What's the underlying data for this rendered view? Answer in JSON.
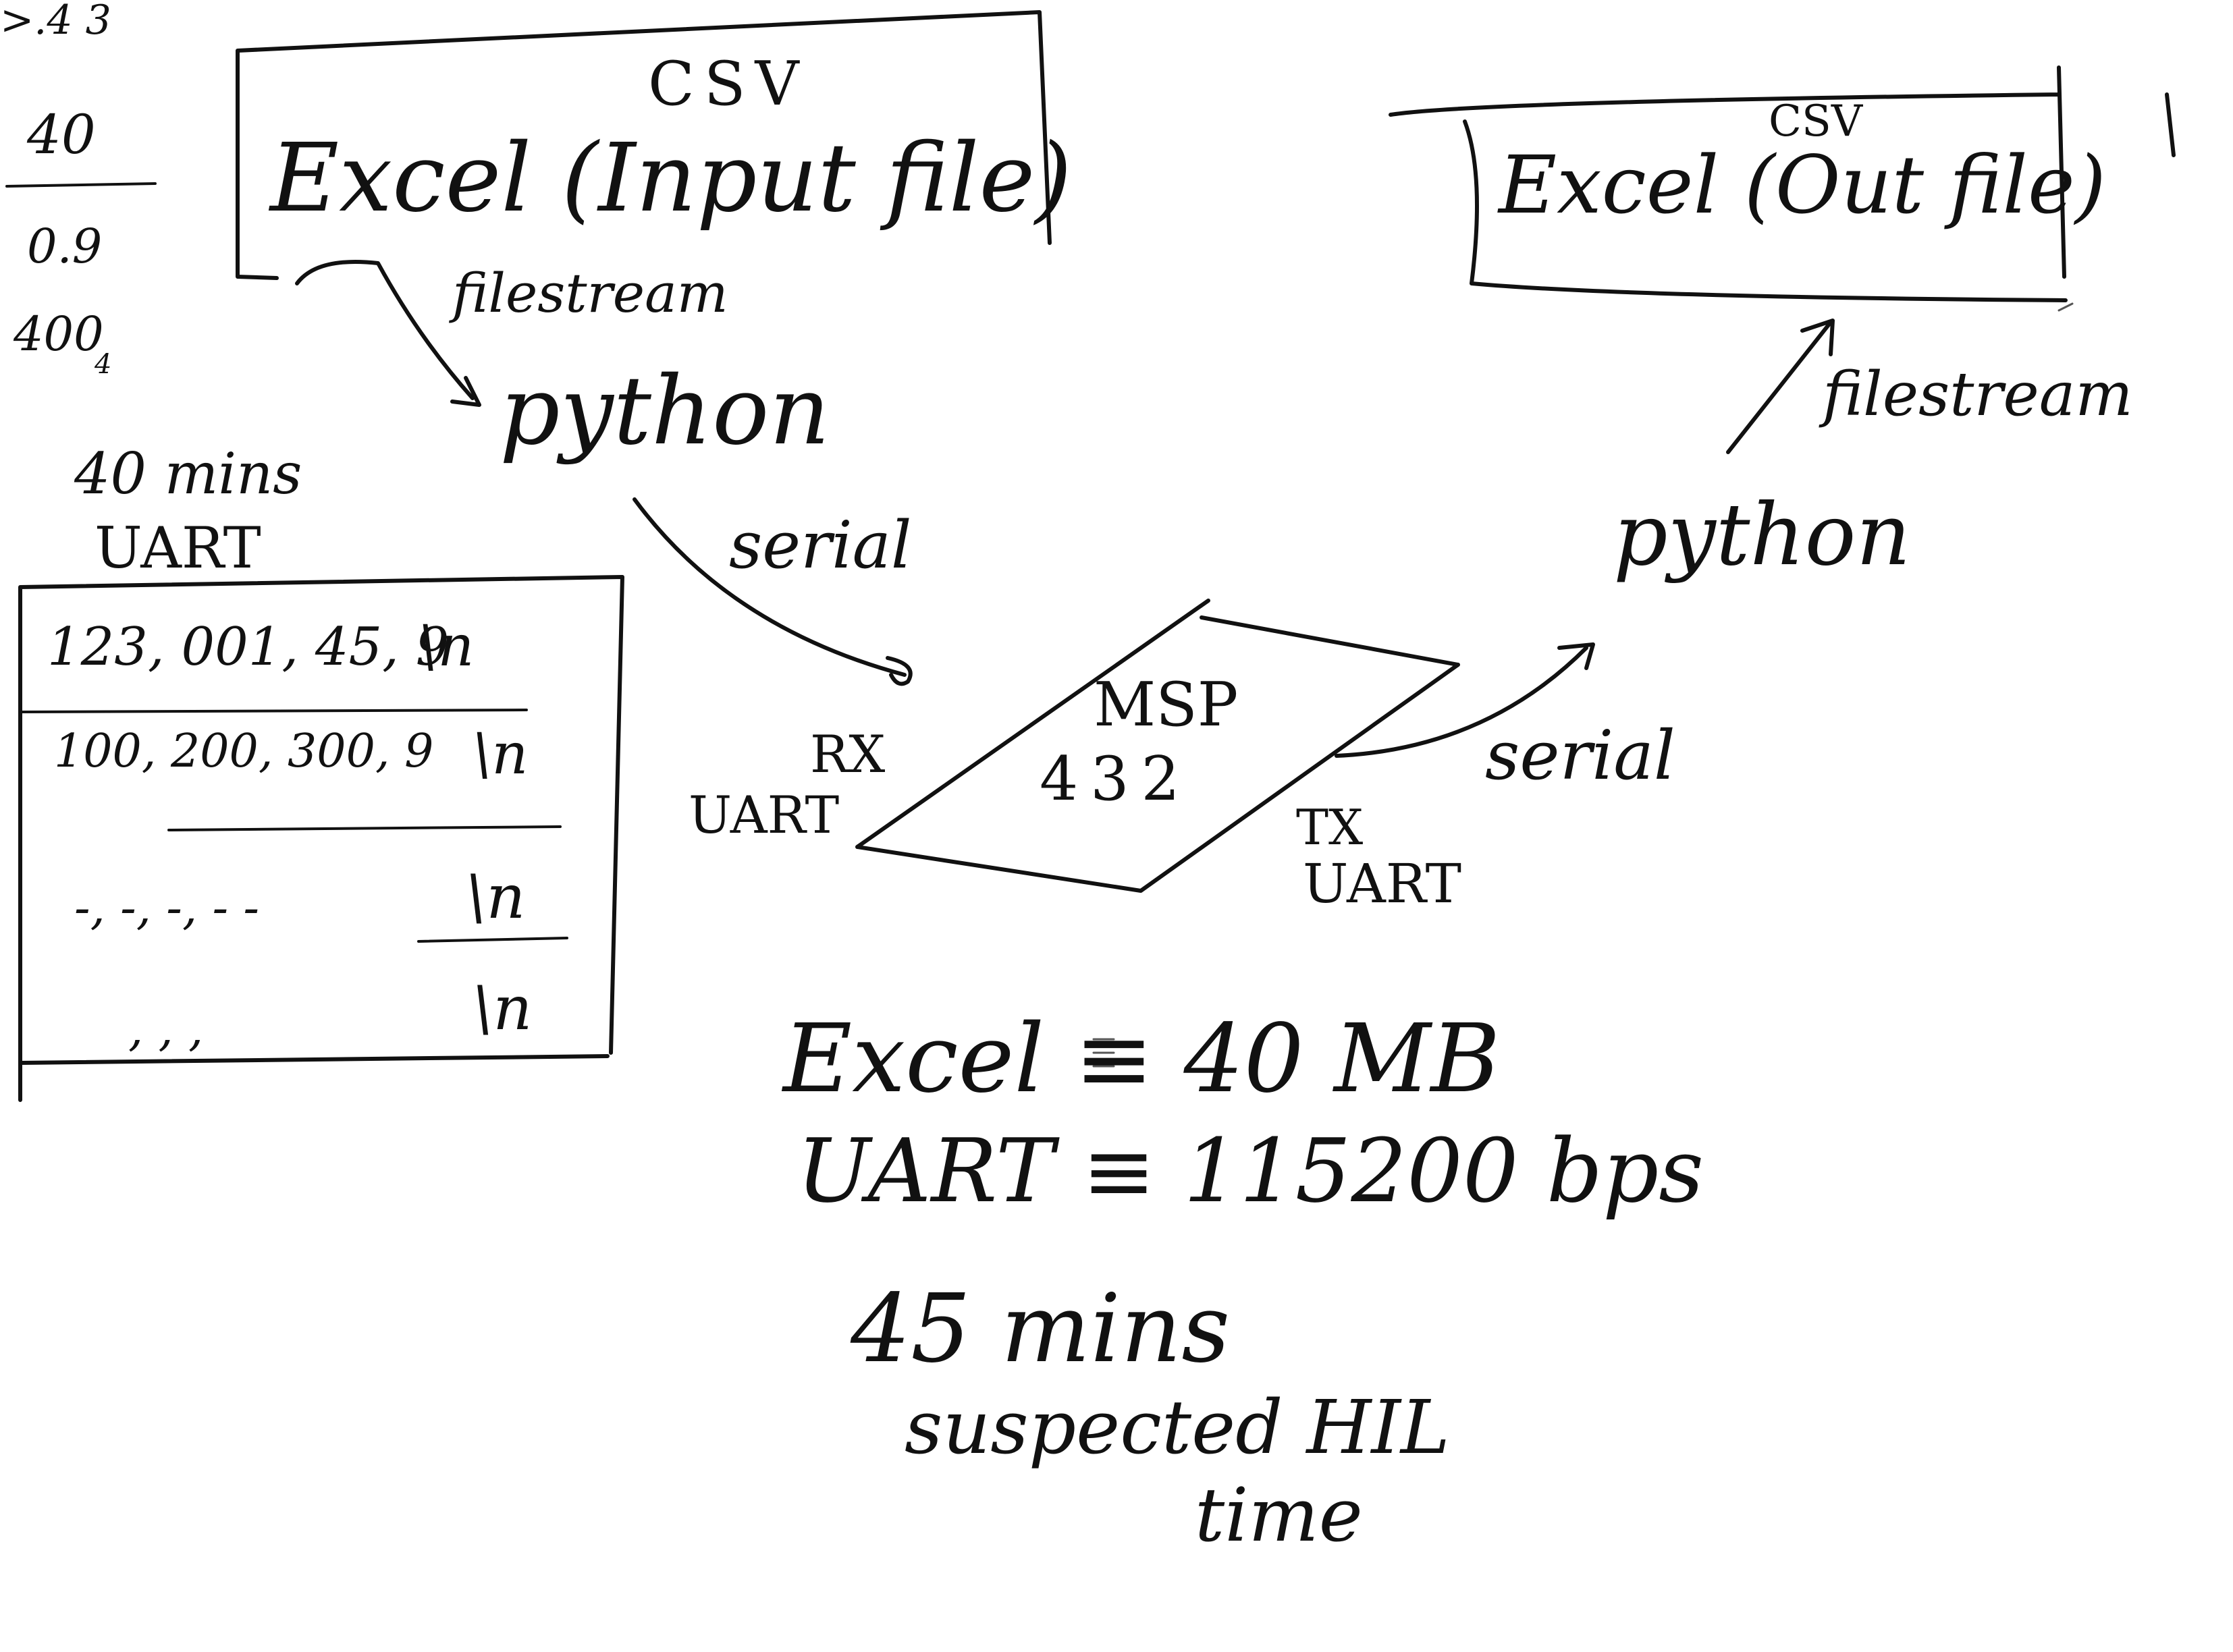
{
  "margin_notes": {
    "top_fragment": ">.4 3",
    "n1": "40",
    "n2": "0.9",
    "n3": "400",
    "n4": "4",
    "time": "40 mins",
    "uart": "UART"
  },
  "input_file": {
    "format_label": "CSV",
    "label": "Excel (Input file)",
    "stream_label": "filestream",
    "processor_label": "python",
    "link_label": "serial"
  },
  "output_file": {
    "format_label": "CSV",
    "label": "Excel (Out file)",
    "stream_label": "filestream",
    "processor_label": "python",
    "link_label": "serial"
  },
  "mcu": {
    "name": "MSP",
    "number": "432",
    "rx_label": "RX",
    "rx_sub": "UART",
    "tx_label": "TX",
    "tx_sub": "UART"
  },
  "csv_rows": [
    {
      "values": "123, 001, 45, 9",
      "terminator": "\\n"
    },
    {
      "values": "100, 200, 300, 9",
      "terminator": "\\n"
    },
    {
      "values": "-, -, -, - -",
      "terminator": "\\n"
    },
    {
      "values": ",  ,  ,",
      "terminator": "\\n"
    }
  ],
  "specs": {
    "excel_line": "Excel ≡ 40 MB",
    "uart_line": "UART ≡ 115200 bps"
  },
  "estimate": {
    "duration": "45 mins",
    "line2": "suspected HIL",
    "line3": "time"
  }
}
